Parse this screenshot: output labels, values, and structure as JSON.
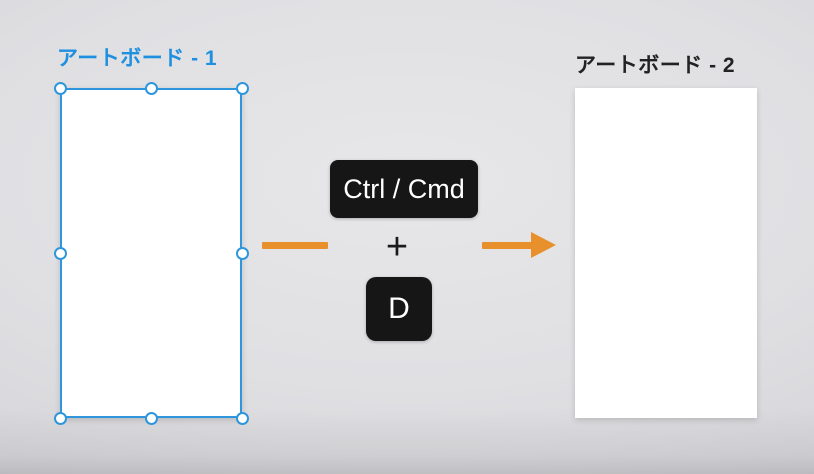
{
  "source_artboard": {
    "label": "アートボード - 1",
    "label_color": "#1E90DF",
    "selection_color": "#2E96DC",
    "selected": true
  },
  "target_artboard": {
    "label": "アートボード - 2",
    "label_color": "#222222"
  },
  "shortcut": {
    "modifier_key_label": "Ctrl / Cmd",
    "plus_sign": "+",
    "letter_key_label": "D",
    "key_background": "#161616",
    "key_text_color": "#FFFFFF"
  },
  "arrow": {
    "color": "#E8902C"
  }
}
